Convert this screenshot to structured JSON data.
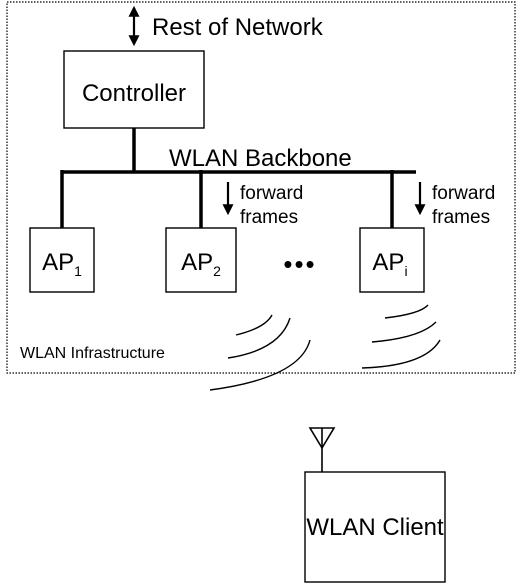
{
  "network": {
    "rest_of_network_label": "Rest of Network",
    "infrastructure_label": "WLAN Infrastructure"
  },
  "controller": {
    "label": "Controller"
  },
  "backbone": {
    "label": "WLAN Backbone"
  },
  "access_points": [
    {
      "base": "AP",
      "subscript": "1"
    },
    {
      "base": "AP",
      "subscript": "2"
    },
    {
      "base": "AP",
      "subscript": "i"
    }
  ],
  "ellipsis": "•••",
  "forward_annotations": [
    {
      "line1": "forward",
      "line2": "frames"
    },
    {
      "line1": "forward",
      "line2": "frames"
    }
  ],
  "client": {
    "label": "WLAN Client"
  },
  "colors": {
    "stroke": "#000000",
    "background": "#ffffff"
  }
}
